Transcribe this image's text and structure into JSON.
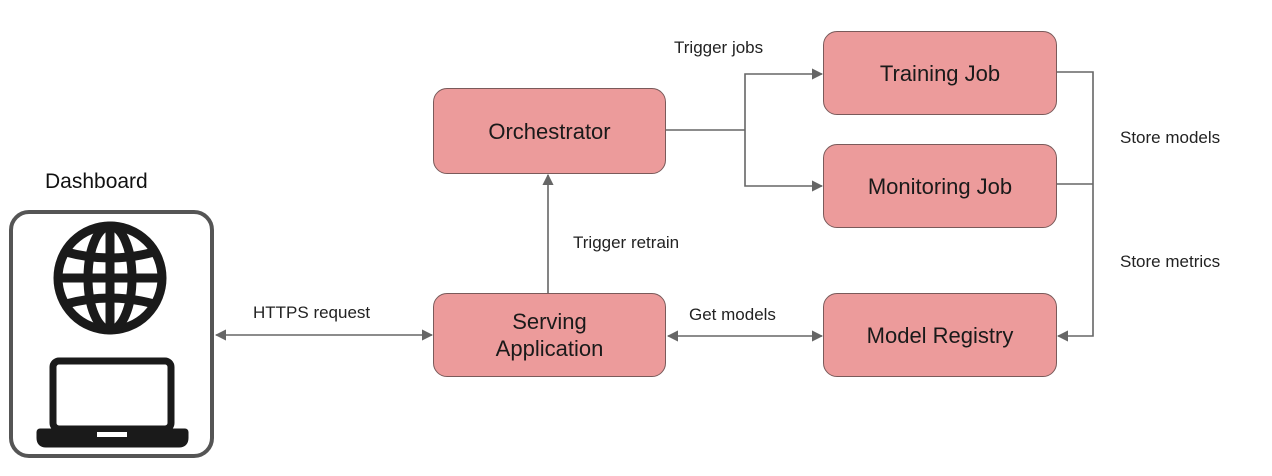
{
  "dashboard": {
    "title": "Dashboard",
    "icons": [
      "globe-icon",
      "laptop-icon"
    ]
  },
  "nodes": {
    "orchestrator": "Orchestrator",
    "training_job": "Training Job",
    "monitoring_job": "Monitoring Job",
    "serving_application": "Serving\nApplication",
    "model_registry": "Model Registry"
  },
  "edges": {
    "trigger_jobs": "Trigger jobs",
    "store_models": "Store models",
    "store_metrics": "Store metrics",
    "trigger_retrain": "Trigger retrain",
    "https_request": "HTTPS request",
    "get_models": "Get models"
  },
  "colors": {
    "node_fill": "#ec9b9b",
    "node_border": "#7a5a5a",
    "wire": "#666666",
    "icon": "#1a1a1a"
  }
}
